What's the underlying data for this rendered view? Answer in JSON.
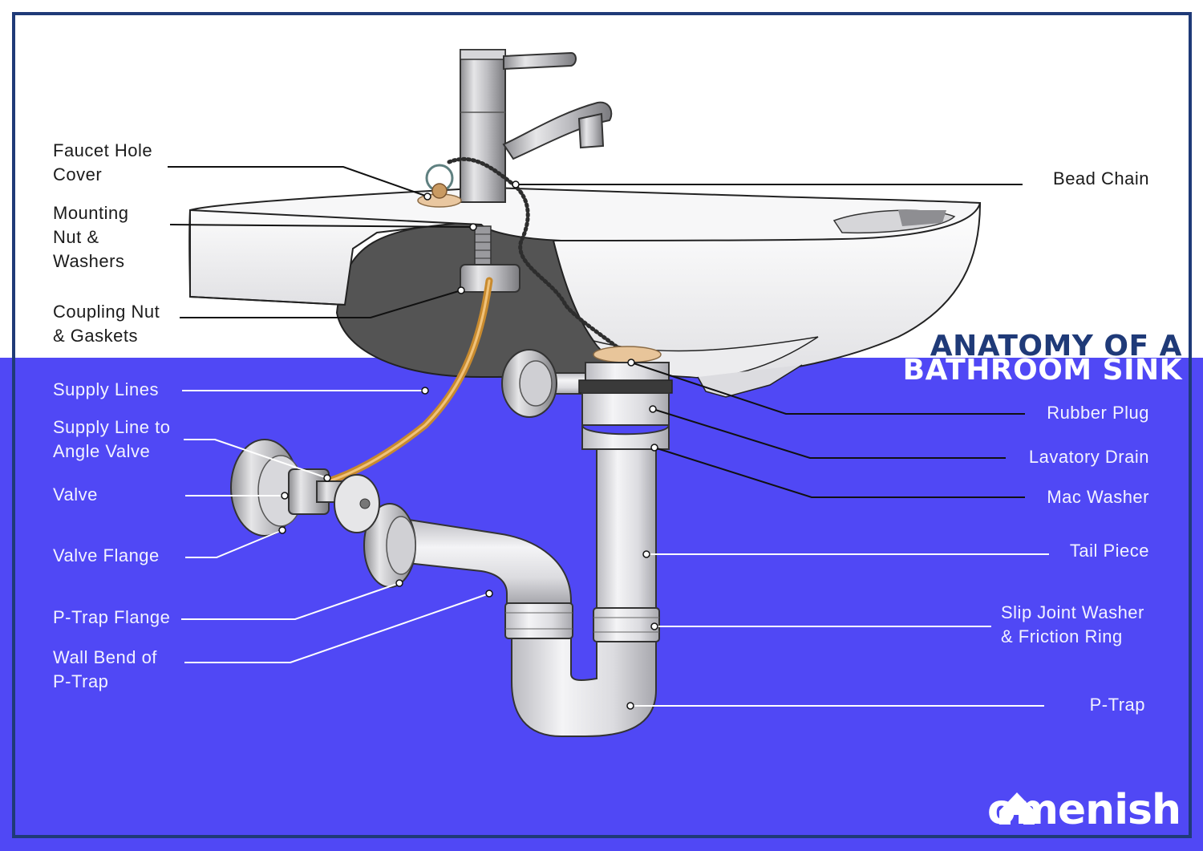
{
  "title": {
    "line1": "ANATOMY OF A",
    "line2": "BATHROOM SINK"
  },
  "labels_left": [
    {
      "id": "faucet-hole-cover",
      "text": "Faucet Hole\nCover"
    },
    {
      "id": "mounting-nut-washers",
      "text": "Mounting\nNut &\nWashers"
    },
    {
      "id": "coupling-nut-gaskets",
      "text": "Coupling Nut\n& Gaskets"
    },
    {
      "id": "supply-lines",
      "text": "Supply Lines"
    },
    {
      "id": "supply-line-to-angle-valve",
      "text": "Supply Line to\nAngle Valve"
    },
    {
      "id": "valve",
      "text": "Valve"
    },
    {
      "id": "valve-flange",
      "text": "Valve Flange"
    },
    {
      "id": "p-trap-flange",
      "text": "P-Trap Flange"
    },
    {
      "id": "wall-bend-of-p-trap",
      "text": "Wall Bend of\nP-Trap"
    }
  ],
  "labels_right": [
    {
      "id": "bead-chain",
      "text": "Bead Chain"
    },
    {
      "id": "rubber-plug",
      "text": "Rubber Plug"
    },
    {
      "id": "lavatory-drain",
      "text": "Lavatory Drain"
    },
    {
      "id": "mac-washer",
      "text": "Mac Washer"
    },
    {
      "id": "tail-piece",
      "text": "Tail Piece"
    },
    {
      "id": "slip-joint-washer-friction-ring",
      "text": "Slip Joint Washer\n& Friction Ring"
    },
    {
      "id": "p-trap",
      "text": "P-Trap"
    }
  ],
  "brand": {
    "name": "omenish",
    "logo_icon": "house-h-icon"
  },
  "colors": {
    "background_top": "#ffffff",
    "background_bottom": "#5048f5",
    "border": "#1f3a78",
    "title_dark": "#1f3a78",
    "title_light": "#ffffff"
  }
}
